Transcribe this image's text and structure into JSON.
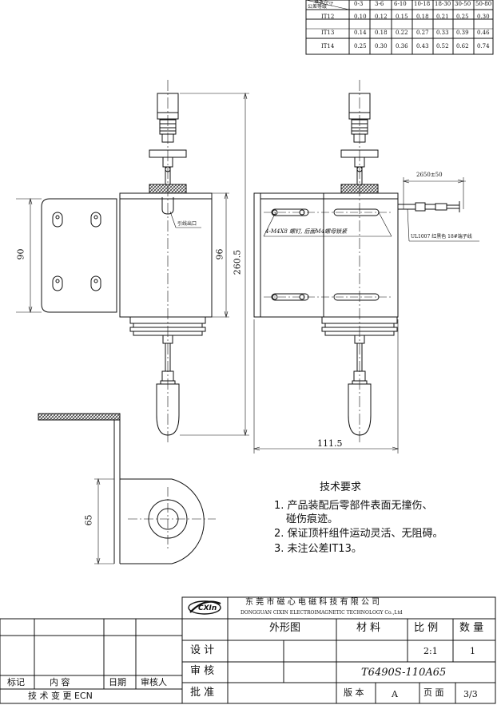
{
  "tolerance_table": {
    "corner_top": "基本尺寸",
    "corner_bottom": "公差等级",
    "columns": [
      "0-3",
      "3-6",
      "6-10",
      "10-18",
      "18-30",
      "30-50",
      "50-80"
    ],
    "rows": [
      {
        "grade": "IT12",
        "values": [
          "0.10",
          "0.12",
          "0.15",
          "0.18",
          "0.21",
          "0.25",
          "0.30"
        ]
      },
      {
        "grade": "IT13",
        "values": [
          "0.14",
          "0.18",
          "0.22",
          "0.27",
          "0.33",
          "0.39",
          "0.46"
        ]
      },
      {
        "grade": "IT14",
        "values": [
          "0.25",
          "0.30",
          "0.36",
          "0.43",
          "0.52",
          "0.62",
          "0.74"
        ]
      }
    ]
  },
  "dimensions": {
    "bracket_height": "90",
    "body_height": "96",
    "total_height": "260.5",
    "width": "111.5",
    "wire_length": "2650±50",
    "plate_height": "65"
  },
  "annotations": {
    "wire_exit": "引线出口",
    "screw_note": "4-M4X8 螺钉, 后面M4螺母锁紧",
    "wire_spec": "UL1007 红黑色 18#端子线"
  },
  "tech_requirements": {
    "title": "技术要求",
    "items": [
      "1. 产品装配后零部件表面无撞伤、",
      "碰伤痕迹。",
      "2. 保证顶杆组件运动灵活、无阻碍。",
      "3. 未注公差IT13。"
    ]
  },
  "title_block": {
    "logo": "CXIn",
    "company_cn": "东 莞 市 磁 心 电 磁 科 技 有 限 公 司",
    "company_en": "DONGGUAN   CIXIN  ELECTROIMAGNETIC   TECHNOLOGY    Co.,Ltd",
    "drawing_name": "外形图",
    "material_label": "材  料",
    "scale_label": "比 例",
    "quantity_label": "数 量",
    "scale_value": "2:1",
    "quantity_value": "1",
    "design_label": "设 计",
    "review_label": "审 核",
    "approve_label": "批 准",
    "part_number": "T6490S-110A65",
    "version_label": "版 本",
    "version_value": "A",
    "page_label": "页 面",
    "page_value": "3/3",
    "ecn_headers": [
      "标记",
      "内  容",
      "日期",
      "审核人"
    ],
    "ecn_title": "技 术 变 更 ECN"
  },
  "colors": {
    "line": "#111111",
    "hatch": "#333333"
  }
}
